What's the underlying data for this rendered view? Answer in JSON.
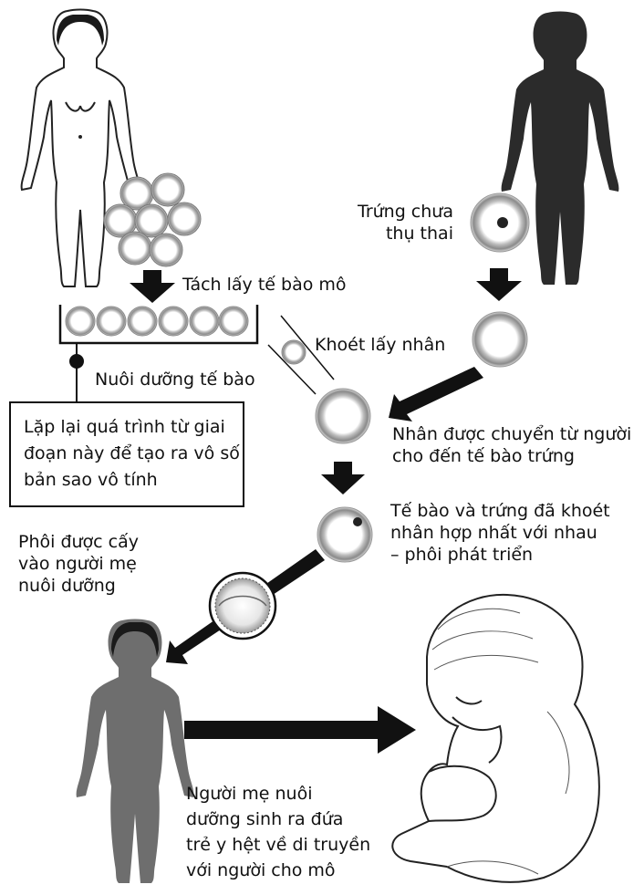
{
  "labels": {
    "unfertilized_egg": [
      "Trứng chưa",
      "thụ thai"
    ],
    "extract_tissue_cells": "Tách lấy tế bào mô",
    "remove_nucleus": "Khoét lấy nhân",
    "culture_cells": "Nuôi dưỡng tế bào",
    "repeat_process": [
      "Lặp lại quá trình từ giai",
      "đoạn này để tạo ra vô số",
      "bản sao vô tính"
    ],
    "nucleus_transferred": [
      "Nhân được chuyển từ người",
      "cho đến tế bào trứng"
    ],
    "fusion": [
      "Tế bào và trứng đã khoét",
      "nhân hợp nhất với nhau",
      "– phôi phát triển"
    ],
    "embryo_implanted": [
      "Phôi được cấy",
      "vào người mẹ",
      "nuôi dưỡng"
    ],
    "surrogate_birth": [
      "Người mẹ nuôi",
      "dưỡng sinh ra đứa",
      "trẻ y hệt về di truyền",
      "với người cho mô"
    ]
  },
  "colors": {
    "ink": "#111111",
    "dark_figure": "#2b2b2b",
    "surrogate_figure": "#6e6e6e",
    "cell_ring": "#9a9a9a"
  }
}
